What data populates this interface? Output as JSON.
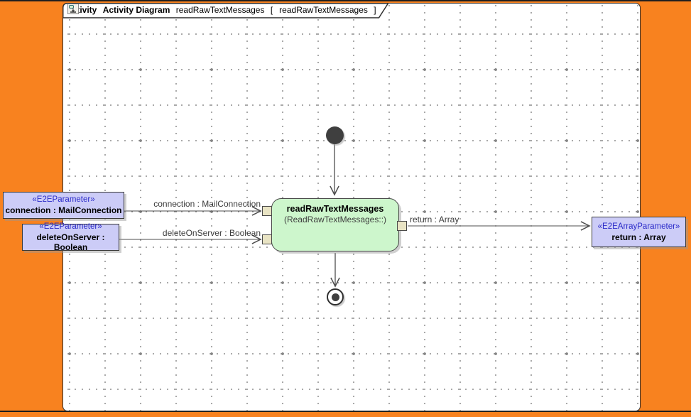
{
  "frame": {
    "keyword": "activity",
    "type_label": "Activity Diagram",
    "diagram_name": "readRawTextMessages",
    "open_bracket": "[",
    "ref_name": "readRawTextMessages",
    "close_bracket": "]",
    "icon": "activity-diagram-icon"
  },
  "parameters": {
    "left": [
      {
        "stereotype": "«E2EParameter»",
        "name": "connection : MailConnection"
      },
      {
        "stereotype": "«E2EParameter»",
        "name": "deleteOnServer : Boolean"
      }
    ],
    "right": [
      {
        "stereotype": "«E2EArrayParameter»",
        "name": "return : Array"
      }
    ]
  },
  "action": {
    "name": "readRawTextMessages",
    "qualifier": "(ReadRawTextMessages::)"
  },
  "edges": {
    "labels": [
      "connection : MailConnection",
      "deleteOnServer : Boolean",
      "return : Array"
    ]
  },
  "nodes": {
    "initial": "initial-node",
    "final": "activity-final-node"
  },
  "colors": {
    "orange": "#f8821f",
    "canvas": "#ffffff",
    "grid": "#8c8c8c",
    "lavender": "#ccccf7",
    "stereotype": "#2a2ac9",
    "green": "#cdf6cc",
    "pin": "#e9e4c4",
    "node": "#3f3f3f",
    "edge": "#4d4d4d",
    "border": "#3a3a3a",
    "label": "#3c3c3c"
  }
}
